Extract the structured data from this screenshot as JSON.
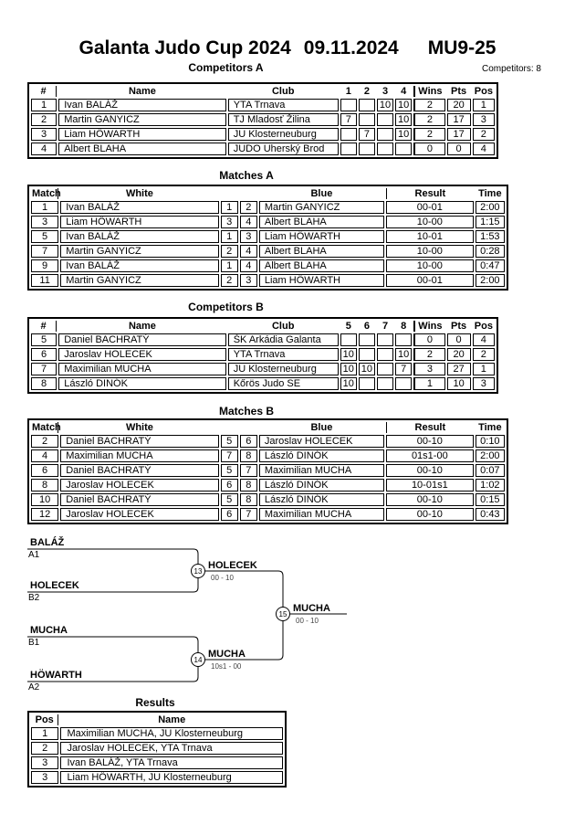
{
  "header": {
    "title_event": "Galanta Judo Cup 2024",
    "title_date": "09.11.2024",
    "title_category": "MU9-25",
    "competitors_count": "Competitors: 8"
  },
  "sections": {
    "competitors_a": {
      "title": "Competitors A",
      "headers": [
        "#",
        "Name",
        "Club",
        "1",
        "2",
        "3",
        "4",
        "Wins",
        "Pts",
        "Pos"
      ],
      "rows": [
        [
          "1",
          "Ivan BALÁŽ",
          "YTA Trnava",
          "",
          "",
          "10",
          "10",
          "2",
          "20",
          "1"
        ],
        [
          "2",
          "Martin GANYICZ",
          "TJ Mladosť Žilina",
          "7",
          "",
          "",
          "10",
          "2",
          "17",
          "3"
        ],
        [
          "3",
          "Liam HÖWARTH",
          "JU Klosterneuburg",
          "",
          "7",
          "",
          "10",
          "2",
          "17",
          "2"
        ],
        [
          "4",
          "Albert BLAHA",
          "JUDO Uherský Brod",
          "",
          "",
          "",
          "",
          "0",
          "0",
          "4"
        ]
      ]
    },
    "matches_a": {
      "title": "Matches A",
      "headers": [
        "Match",
        "White",
        "",
        "",
        "Blue",
        "Result",
        "Time"
      ],
      "rows": [
        [
          "1",
          "Ivan BALÁŽ",
          "1",
          "2",
          "Martin GANYICZ",
          "00-01",
          "2:00"
        ],
        [
          "3",
          "Liam HÖWARTH",
          "3",
          "4",
          "Albert BLAHA",
          "10-00",
          "1:15"
        ],
        [
          "5",
          "Ivan BALÁŽ",
          "1",
          "3",
          "Liam HÖWARTH",
          "10-01",
          "1:53"
        ],
        [
          "7",
          "Martin GANYICZ",
          "2",
          "4",
          "Albert BLAHA",
          "10-00",
          "0:28"
        ],
        [
          "9",
          "Ivan BALÁŽ",
          "1",
          "4",
          "Albert BLAHA",
          "10-00",
          "0:47"
        ],
        [
          "11",
          "Martin GANYICZ",
          "2",
          "3",
          "Liam HÖWARTH",
          "00-01",
          "2:00"
        ]
      ]
    },
    "competitors_b": {
      "title": "Competitors B",
      "headers": [
        "#",
        "Name",
        "Club",
        "5",
        "6",
        "7",
        "8",
        "Wins",
        "Pts",
        "Pos"
      ],
      "rows": [
        [
          "5",
          "Daniel BACHRATÝ",
          "ŠK Arkádia Galanta",
          "",
          "",
          "",
          "",
          "0",
          "0",
          "4"
        ],
        [
          "6",
          "Jaroslav HOLECEK",
          "YTA Trnava",
          "10",
          "",
          "",
          "10",
          "2",
          "20",
          "2"
        ],
        [
          "7",
          "Maximilian MUCHA",
          "JU Klosterneuburg",
          "10",
          "10",
          "",
          "7",
          "3",
          "27",
          "1"
        ],
        [
          "8",
          "László DINÓK",
          "Kőrös Judo SE",
          "10",
          "",
          "",
          "",
          "1",
          "10",
          "3"
        ]
      ]
    },
    "matches_b": {
      "title": "Matches B",
      "headers": [
        "Match",
        "White",
        "",
        "",
        "Blue",
        "Result",
        "Time"
      ],
      "rows": [
        [
          "2",
          "Daniel BACHRATÝ",
          "5",
          "6",
          "Jaroslav HOLECEK",
          "00-10",
          "0:10"
        ],
        [
          "4",
          "Maximilian MUCHA",
          "7",
          "8",
          "László DINÓK",
          "01s1-00",
          "2:00"
        ],
        [
          "6",
          "Daniel BACHRATÝ",
          "5",
          "7",
          "Maximilian MUCHA",
          "00-10",
          "0:07"
        ],
        [
          "8",
          "Jaroslav HOLECEK",
          "6",
          "8",
          "László DINÓK",
          "10-01s1",
          "1:02"
        ],
        [
          "10",
          "Daniel BACHRATÝ",
          "5",
          "8",
          "László DINÓK",
          "00-10",
          "0:15"
        ],
        [
          "12",
          "Jaroslav HOLECEK",
          "6",
          "7",
          "Maximilian MUCHA",
          "00-10",
          "0:43"
        ]
      ]
    },
    "results": {
      "title": "Results",
      "headers": [
        "Pos",
        "Name"
      ],
      "rows": [
        [
          "1",
          "Maximilian MUCHA, JU Klosterneuburg"
        ],
        [
          "2",
          "Jaroslav HOLECEK, YTA Trnava"
        ],
        [
          "3",
          "Ivan BALÁŽ, YTA Trnava"
        ],
        [
          "3",
          "Liam HÖWARTH, JU Klosterneuburg"
        ]
      ]
    }
  },
  "bracket": {
    "slots": [
      {
        "name": "BALÁŽ",
        "seed": "A1"
      },
      {
        "name": "HOLECEK",
        "seed": "B2"
      },
      {
        "name": "MUCHA",
        "seed": "B1"
      },
      {
        "name": "HÖWARTH",
        "seed": "A2"
      }
    ],
    "matches": [
      {
        "number": "13",
        "winner": "HOLECEK",
        "score": "00 - 10"
      },
      {
        "number": "14",
        "winner": "MUCHA",
        "score": "10s1 - 00"
      },
      {
        "number": "15",
        "winner": "MUCHA",
        "score": "00 - 10"
      }
    ]
  }
}
